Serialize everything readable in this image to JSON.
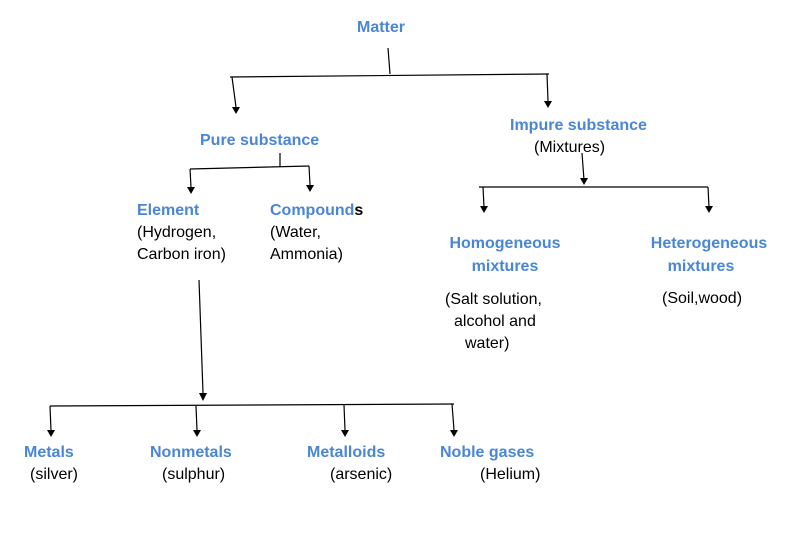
{
  "root": {
    "label": "Matter"
  },
  "pure": {
    "label": "Pure substance",
    "element": {
      "label": "Element",
      "detail_1": "(Hydrogen,",
      "detail_2": "Carbon iron)"
    },
    "compounds": {
      "label_main": "Compound",
      "label_tail": "s",
      "detail_1": "(Water,",
      "detail_2": "Ammonia)"
    }
  },
  "impure": {
    "label": "Impure substance",
    "sublabel": "(Mixtures)",
    "homogeneous": {
      "line_1": "Homogeneous",
      "line_2": "mixtures",
      "detail_1": "(Salt solution,",
      "detail_2": "alcohol and",
      "detail_3": "water)"
    },
    "heterogeneous": {
      "line_1": "Heterogeneous",
      "line_2": "mixtures",
      "detail": "(Soil,wood)"
    }
  },
  "element_types": [
    {
      "label": "Metals",
      "detail": "(silver)"
    },
    {
      "label": "Nonmetals",
      "detail": "(sulphur)"
    },
    {
      "label": "Metalloids",
      "detail": "(arsenic)"
    },
    {
      "label": "Noble gases",
      "detail": "(Helium)"
    }
  ],
  "colors": {
    "label_blue": "#4a86d6",
    "line": "#000000",
    "text": "#000000"
  }
}
